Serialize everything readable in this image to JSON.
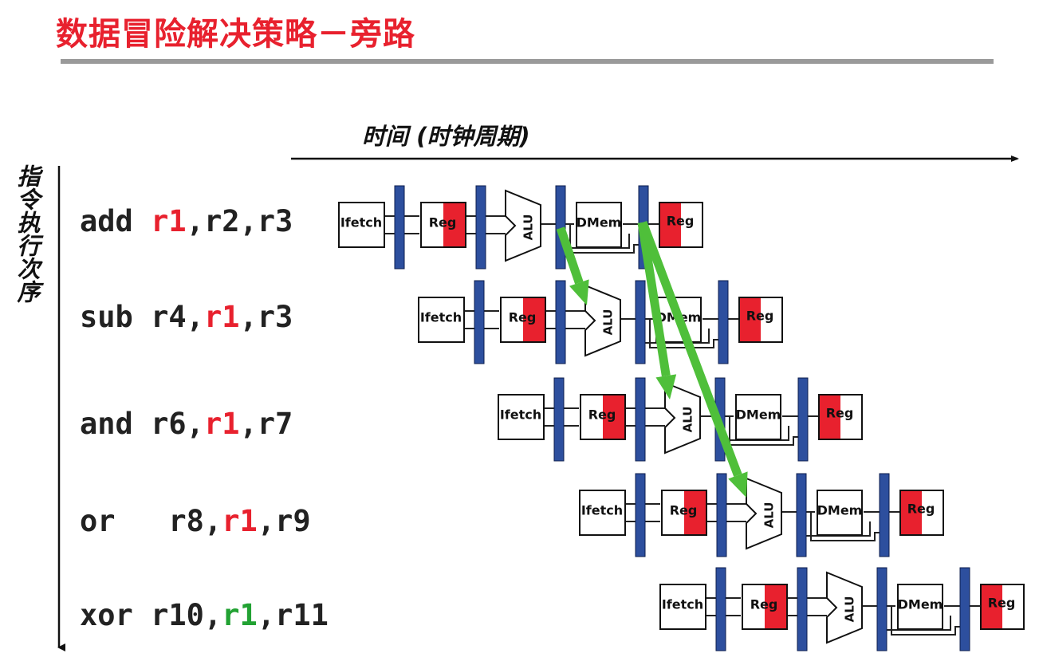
{
  "title": "数据冒险解决策略－旁路",
  "time_axis_label": "时间 (时钟周期)",
  "order_axis_label": "指令执行次序",
  "stage_labels": {
    "ifetch": "Ifetch",
    "reg": "Reg",
    "alu": "ALU",
    "dmem": "DMem",
    "wb": "Reg"
  },
  "instructions": [
    {
      "op": "add",
      "pad": " ",
      "dest": "r1",
      "dest_color": "red",
      "mid": ",r2,",
      "last": "r3"
    },
    {
      "op": "sub",
      "pad": " ",
      "first": "r4,",
      "src": "r1",
      "src_color": "red",
      "last": ",r3"
    },
    {
      "op": "and",
      "pad": " ",
      "first": "r6,",
      "src": "r1",
      "src_color": "red",
      "last": ",r7"
    },
    {
      "op": "or",
      "pad": "   ",
      "first": "r8,",
      "src": "r1",
      "src_color": "red",
      "last": ",r9"
    },
    {
      "op": "xor",
      "pad": " ",
      "first": "r10,",
      "src": "r1",
      "src_color": "green",
      "last": ",r11"
    }
  ],
  "colors": {
    "title": "#e8212e",
    "register_red": "#e8212e",
    "pipeline_bar": "#2d4f9e",
    "forward_arrow": "#4fbf3a",
    "text_green": "#22a233"
  }
}
